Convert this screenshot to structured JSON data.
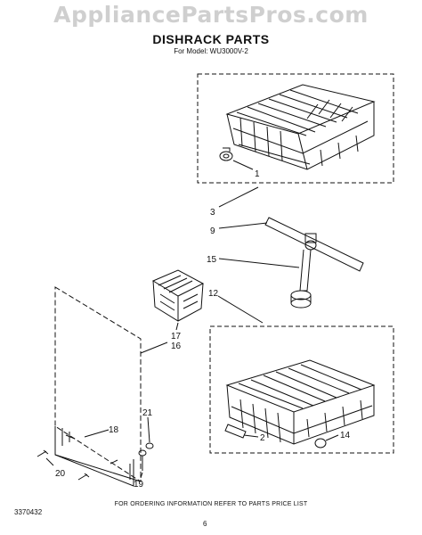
{
  "watermark": "AppliancePartsPros.com",
  "title": "DISHRACK PARTS",
  "model": "For Model: WU3000V-2",
  "footer_note": "FOR ORDERING INFORMATION REFER TO PARTS PRICE LIST",
  "doc_number": "3370432",
  "page_number": "6",
  "callouts": {
    "c1": "1",
    "c2": "2",
    "c3": "3",
    "c9": "9",
    "c12": "12",
    "c14": "14",
    "c15": "15",
    "c16": "16",
    "c17": "17",
    "c18": "18",
    "c19": "19",
    "c20": "20",
    "c21": "21"
  }
}
